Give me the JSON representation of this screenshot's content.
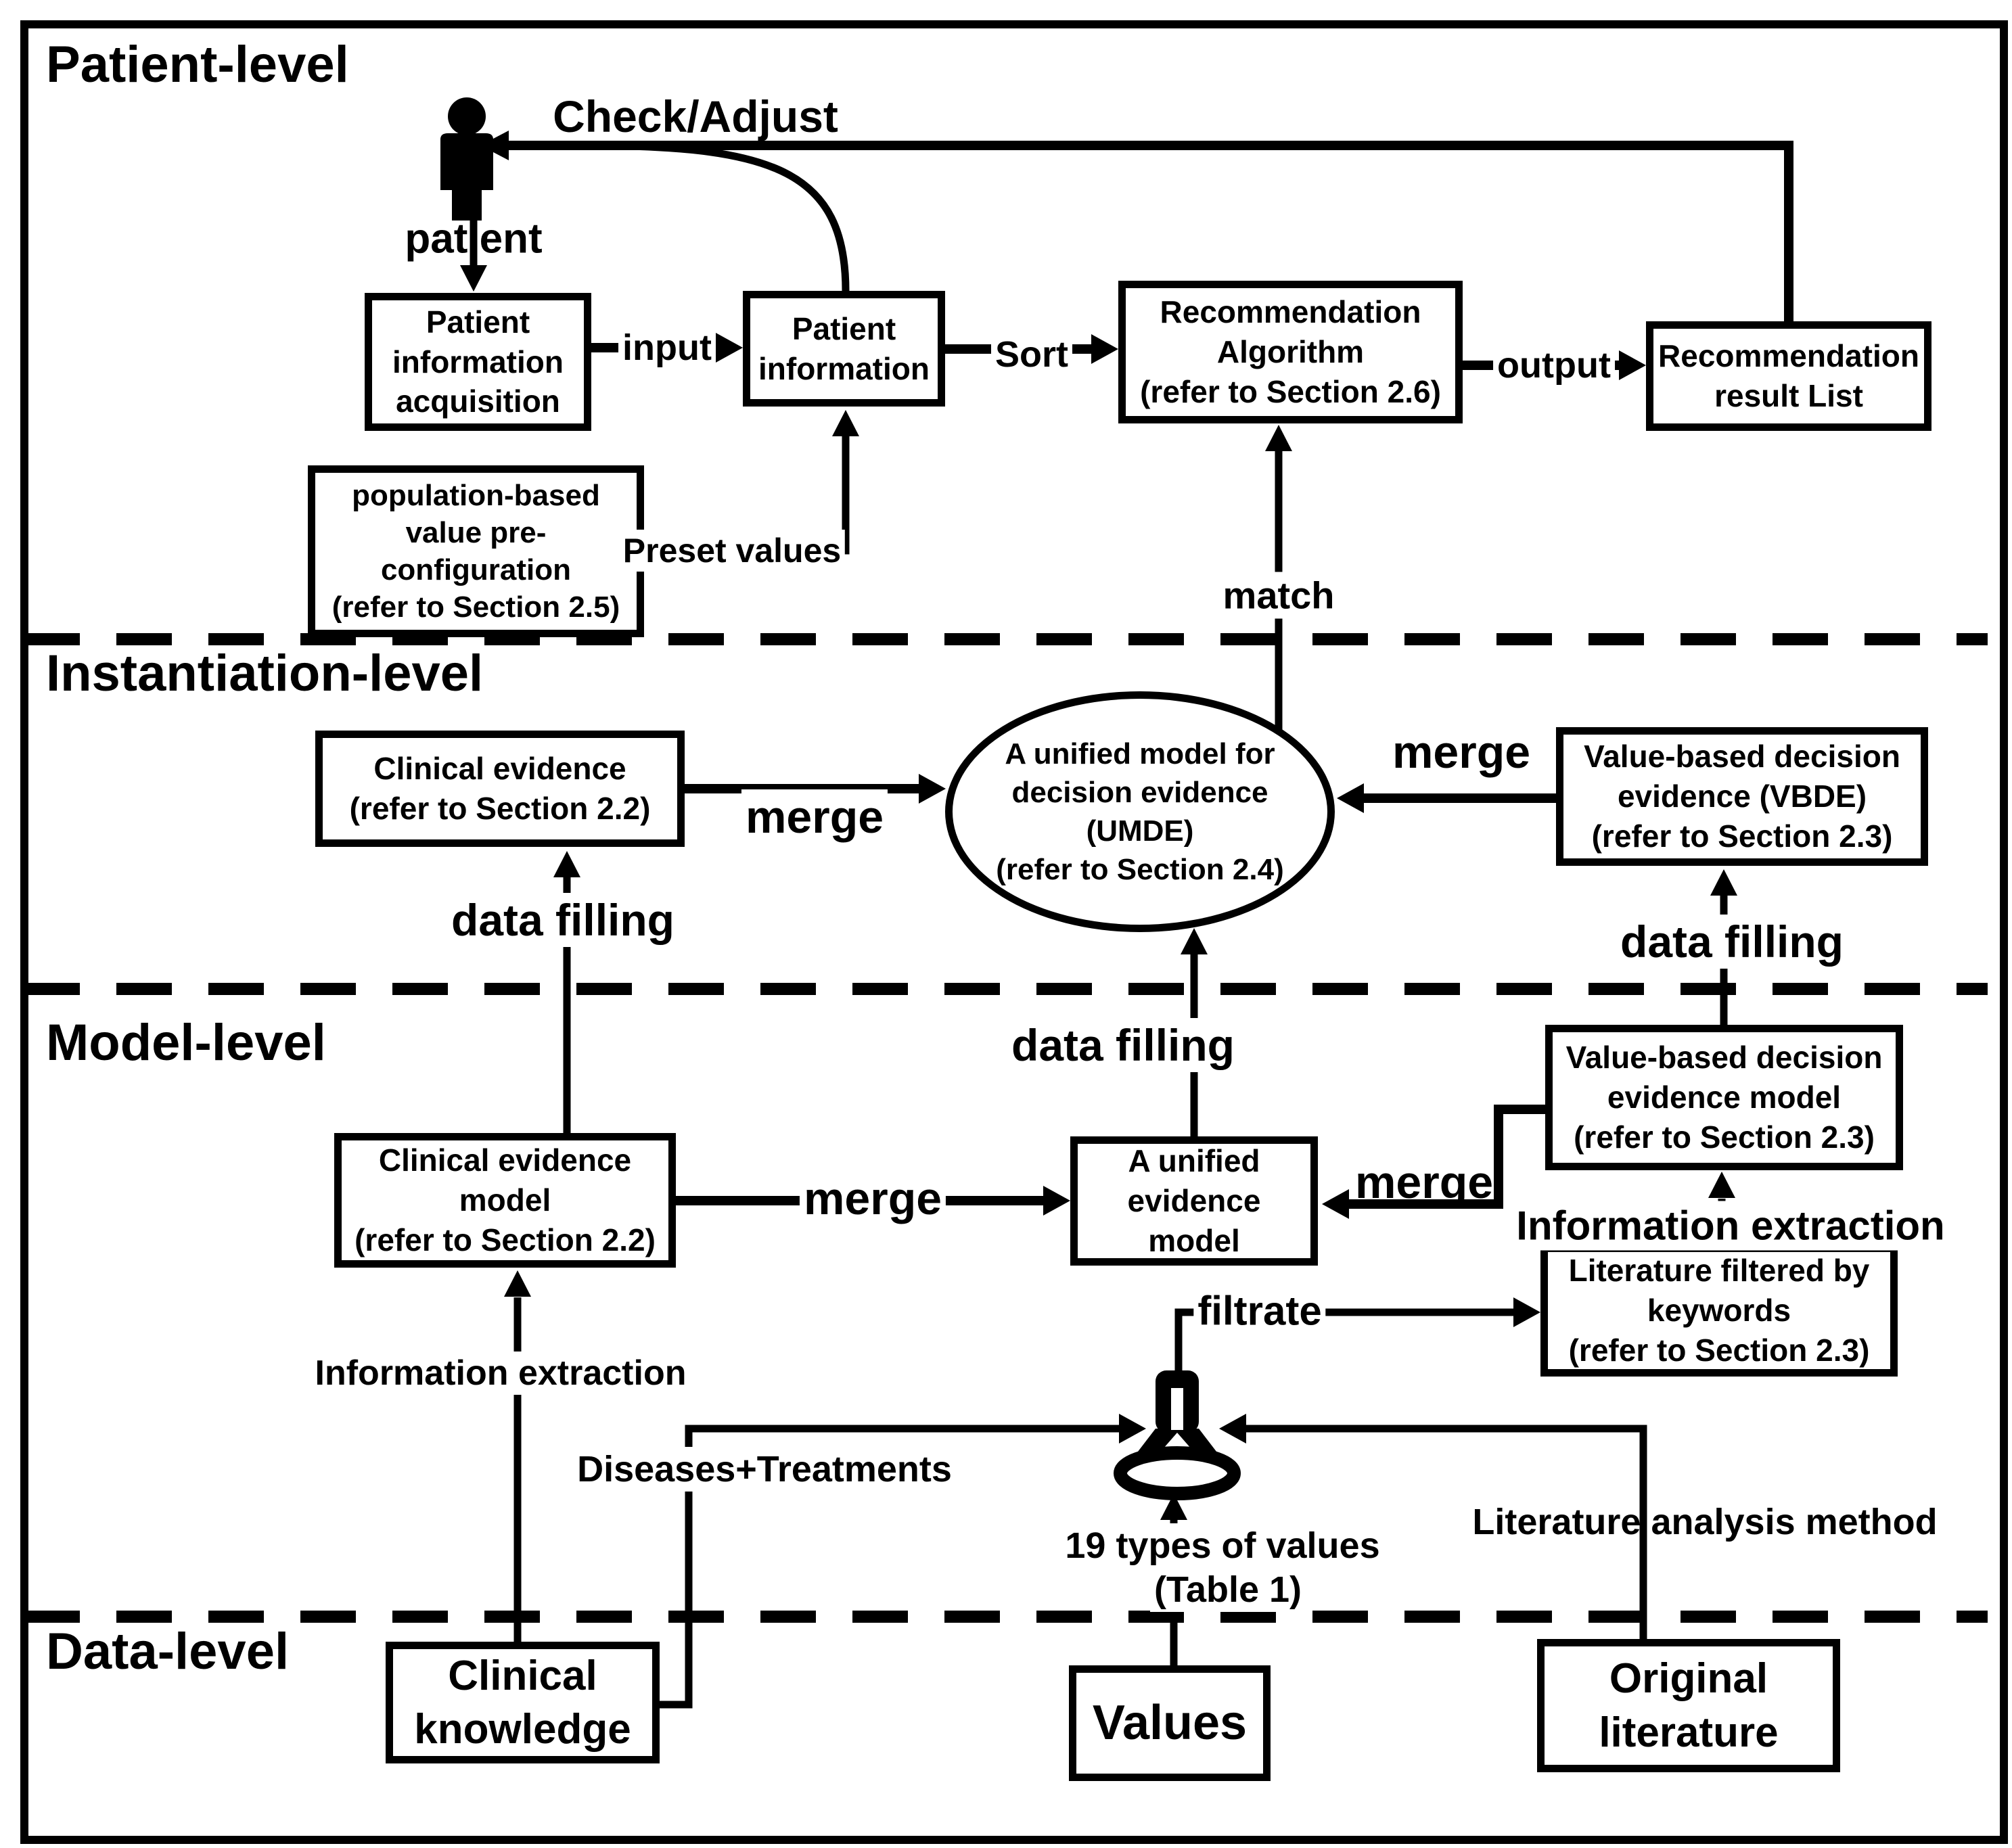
{
  "colors": {
    "ink": "#000000",
    "paper": "#ffffff"
  },
  "levels": {
    "patient": {
      "label": "Patient-level"
    },
    "instantiation": {
      "label": "Instantiation-level"
    },
    "model": {
      "label": "Model-level"
    },
    "data": {
      "label": "Data-level"
    }
  },
  "nodes": {
    "acquisition": {
      "lines": [
        "Patient",
        "information",
        "acquisition"
      ]
    },
    "patient_info": {
      "lines": [
        "Patient",
        "information"
      ]
    },
    "rec_algorithm": {
      "lines": [
        "Recommendation",
        "Algorithm",
        "(refer to Section 2.6)"
      ]
    },
    "rec_result": {
      "lines": [
        "Recommendation",
        "result List"
      ]
    },
    "population": {
      "lines": [
        "population-based",
        "value pre-",
        "configuration",
        "(refer to Section 2.5)"
      ]
    },
    "clinical_evidence": {
      "lines": [
        "Clinical evidence",
        "(refer to Section 2.2)"
      ]
    },
    "umde": {
      "lines": [
        "A unified model for",
        "decision evidence",
        "(UMDE)",
        "(refer to Section 2.4)"
      ]
    },
    "vbde": {
      "lines": [
        "Value-based decision",
        "evidence (VBDE)",
        "(refer to Section 2.3)"
      ]
    },
    "clinical_evidence_model": {
      "lines": [
        "Clinical evidence",
        "model",
        "(refer to Section 2.2)"
      ]
    },
    "unified_model": {
      "lines": [
        "A unified",
        "evidence",
        "model"
      ]
    },
    "vbde_model": {
      "lines": [
        "Value-based decision",
        "evidence model",
        "(refer to Section 2.3)"
      ]
    },
    "lit_filtered": {
      "lines": [
        "Literature filtered by",
        "keywords",
        "(refer to Section 2.3)"
      ]
    },
    "clinical_knowledge": {
      "lines": [
        "Clinical",
        "knowledge"
      ]
    },
    "values": {
      "lines": [
        "Values"
      ]
    },
    "original_literature": {
      "lines": [
        "Original",
        "literature"
      ]
    }
  },
  "edge_labels": {
    "check_adjust": "Check/Adjust",
    "patient": "patient",
    "input": "input",
    "sort": "Sort",
    "output": "output",
    "preset_values": "Preset values",
    "match": "match",
    "merge": "merge",
    "data_filling": "data filling",
    "information_extraction": "Information extraction",
    "filtrate": "filtrate",
    "diseases_treatments": "Diseases+Treatments",
    "nineteen_types": "19 types of values",
    "table1": "(Table 1)",
    "literature_analysis": "Literature analysis method"
  },
  "icons": {
    "person": "person-icon",
    "funnel": "filter-funnel-icon"
  }
}
